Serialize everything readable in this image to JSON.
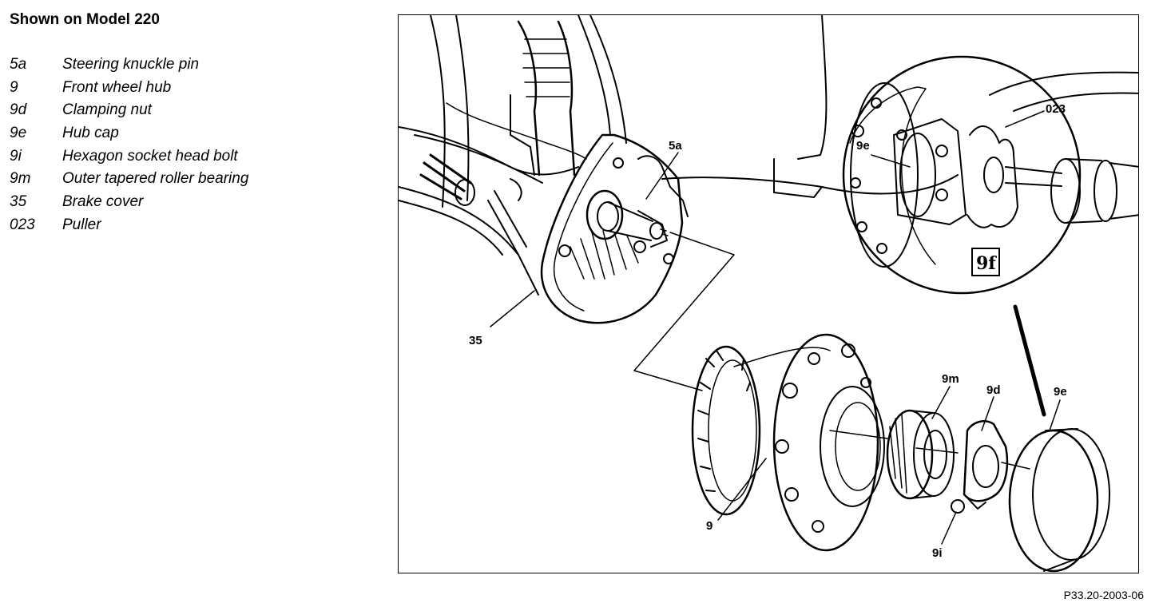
{
  "title": "Shown on Model 220",
  "legend": [
    {
      "code": "5a",
      "text": "Steering knuckle pin"
    },
    {
      "code": "9",
      "text": "Front wheel hub"
    },
    {
      "code": "9d",
      "text": "Clamping nut"
    },
    {
      "code": "9e",
      "text": "Hub cap"
    },
    {
      "code": "9i",
      "text": "Hexagon socket head bolt"
    },
    {
      "code": "9m",
      "text": "Outer tapered roller bearing"
    },
    {
      "code": "35",
      "text": "Brake cover"
    },
    {
      "code": "023",
      "text": "Puller"
    }
  ],
  "callouts": {
    "c5a": "5a",
    "c35": "35",
    "c9e_detail": "9e",
    "c023": "023",
    "c9g_box": "9f",
    "c9m": "9m",
    "c9d": "9d",
    "c9e": "9e",
    "c9": "9",
    "c9i": "9i"
  },
  "figure_ref": "P33.20-2003-06"
}
